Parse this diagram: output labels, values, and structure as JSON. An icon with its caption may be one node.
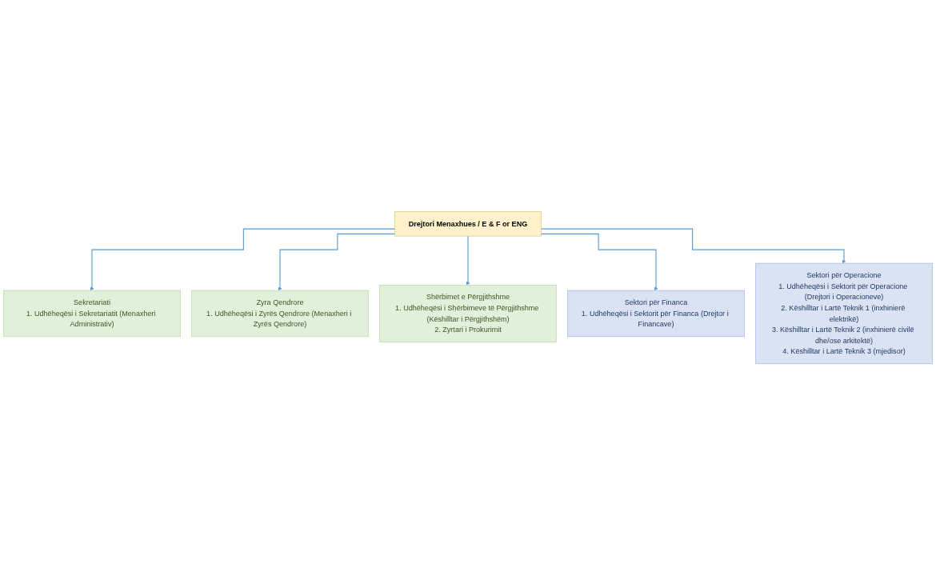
{
  "diagram": {
    "nodes": [
      {
        "text": [
          "Drejtori Menaxhues / E & F or ENG"
        ]
      },
      {
        "text": [
          "Sekretariati",
          "1. Udhëheqësi i Sekretariatit (Menaxheri Administrativ)"
        ]
      },
      {
        "text": [
          "Zyra Qendrore",
          "1. Udhëheqësi i Zyrës Qendrore (Menaxheri i Zyrës Qendrore)"
        ]
      },
      {
        "text": [
          "Shërbimet e Përgjithshme",
          "1. Udhëheqësi i Shërbimeve të Përgjithshme (Këshilltar i Përgjithshëm)",
          "2. Zyrtari i Prokurimit"
        ]
      },
      {
        "text": [
          "Sektori për Financa",
          "1. Udhëheqësi i Sektorit për Financa (Drejtor i Financave)"
        ]
      },
      {
        "text": [
          "Sektori për Operacione",
          "1. Udhëheqësi i Sektorit për Operacione (Drejtori i Operacioneve)",
          "2. Këshilltar i Lartë Teknik 1 (inxhinierë elektrikë)",
          "3. Këshilltar i Lartë Teknik 2 (inxhinierë civilë dhe/ose arkitektë)",
          "4. Këshilltar i Lartë Teknik 3 (mjedisor)"
        ]
      }
    ],
    "edges": [
      {
        "from": 0,
        "to": 1,
        "arrow": "to"
      },
      {
        "from": 0,
        "to": 2,
        "arrow": "to"
      },
      {
        "from": 0,
        "to": 3,
        "arrow": "to"
      },
      {
        "from": 0,
        "to": 4,
        "arrow": "to"
      },
      {
        "from": 0,
        "to": 5,
        "arrow": "to"
      }
    ]
  }
}
